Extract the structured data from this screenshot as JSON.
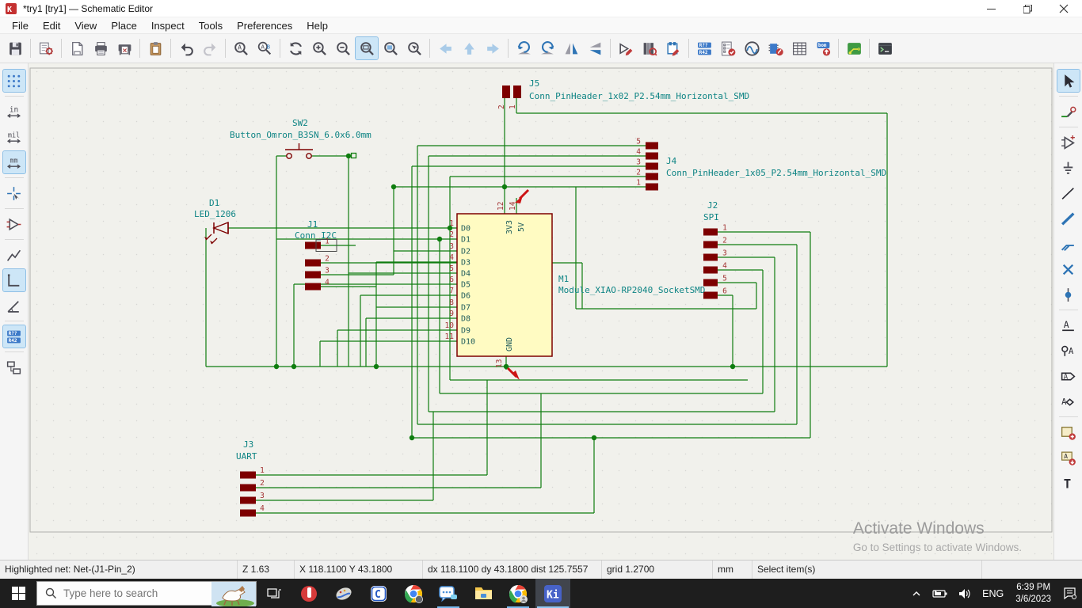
{
  "window": {
    "title": "*try1 [try1] — Schematic Editor"
  },
  "menus": [
    "File",
    "Edit",
    "View",
    "Place",
    "Inspect",
    "Tools",
    "Preferences",
    "Help"
  ],
  "toolbar_top": {
    "groups": [
      [
        "save"
      ],
      [
        "schematic-setup"
      ],
      [
        "page-settings",
        "print",
        "plot"
      ],
      [
        "paste"
      ],
      [
        "undo",
        "redo"
      ],
      [
        "find",
        "find-replace"
      ],
      [
        "refresh",
        "zoom-in",
        "zoom-out",
        "zoom-fit",
        "zoom-objects",
        "zoom-selection"
      ],
      [
        "nav-back",
        "nav-up",
        "nav-forward"
      ],
      [
        "rotate-ccw",
        "rotate-cw",
        "mirror-h",
        "mirror-v"
      ],
      [
        "symbol-editor",
        "symbol-library-browser",
        "sheet-editor"
      ],
      [
        "annotate",
        "erc",
        "simulator",
        "assign-footprints",
        "symbol-fields-table",
        "export-bom"
      ],
      [
        "pcb-editor"
      ],
      [
        "python-console"
      ]
    ],
    "active": [
      "zoom-fit"
    ]
  },
  "toolbar_left": {
    "items": [
      "grid",
      "units-inch",
      "units-mil",
      "units-mm",
      "crosshair",
      "hidden-pins",
      "free-angle",
      "hv-lines",
      "angle-45",
      "annotate-auto",
      "hierarchy-navigator"
    ],
    "active": [
      "grid",
      "units-mm",
      "hv-lines",
      "annotate-auto"
    ]
  },
  "toolbar_right": {
    "items": [
      "select",
      "highlight-net",
      "place-symbol",
      "place-power",
      "draw-wire",
      "draw-bus",
      "bus-entry",
      "no-connect",
      "junction",
      "net-label",
      "directive-label",
      "global-label",
      "hierarchical-label",
      "hierarchical-sheet",
      "import-sheet-pin",
      "text-tool"
    ],
    "active": [
      "select"
    ]
  },
  "schematic": {
    "m1": {
      "ref": "M1",
      "value": "Module_XIAO-RP2040_SocketSMD",
      "left_pin_numbers": [
        "1",
        "2",
        "3",
        "4",
        "5",
        "6",
        "7",
        "8",
        "9",
        "10",
        "11"
      ],
      "left_pin_names": [
        "D0",
        "D1",
        "D2",
        "D3",
        "D4",
        "D5",
        "D6",
        "D7",
        "D8",
        "D9",
        "D10"
      ],
      "top_pin_numbers": [
        "12",
        "14"
      ],
      "top_pin_names": [
        "3V3",
        "5V"
      ],
      "bottom_pin_numbers": [
        "13"
      ],
      "bottom_pin_names": [
        "GND"
      ]
    },
    "j1": {
      "ref": "J1",
      "value": "Conn_I2C",
      "pins": [
        "1",
        "2",
        "3",
        "4"
      ]
    },
    "j2": {
      "ref": "J2",
      "value": "SPI",
      "pins": [
        "1",
        "2",
        "3",
        "4",
        "5",
        "6"
      ]
    },
    "j3": {
      "ref": "J3",
      "value": "UART",
      "pins": [
        "1",
        "2",
        "3",
        "4"
      ]
    },
    "j4": {
      "ref": "J4",
      "value": "Conn_PinHeader_1x05_P2.54mm_Horizontal_SMD",
      "pins": [
        "5",
        "4",
        "3",
        "2",
        "1"
      ]
    },
    "j5": {
      "ref": "J5",
      "value": "Conn_PinHeader_1x02_P2.54mm_Horizontal_SMD",
      "pins": [
        "2",
        "1"
      ]
    },
    "sw2": {
      "ref": "SW2",
      "value": "Button_Omron_B3SN_6.0x6.0mm"
    },
    "d1": {
      "ref": "D1",
      "value": "LED_1206"
    }
  },
  "colors": {
    "wire": "#0f7d0f",
    "symbol": "#7d0000",
    "field": "#0e8484",
    "pin_number": "#a33535",
    "module_fill": "#fffbc2",
    "erc_marker": "#cc1414"
  },
  "watermark": {
    "line1": "Activate Windows",
    "line2": "Go to Settings to activate Windows."
  },
  "status_bar": {
    "highlighted_net": "Highlighted net: Net-(J1-Pin_2)",
    "zoom": "Z 1.63",
    "position": "X 118.1100 Y 43.1800",
    "delta": "dx 118.1100  dy 43.1800  dist 125.7557",
    "grid": "grid 1.2700",
    "units": "mm",
    "action": "Select item(s)"
  },
  "taskbar": {
    "search_placeholder": "Type here to search",
    "language": "ENG",
    "time": "6:39 PM",
    "date": "3/6/2023"
  }
}
